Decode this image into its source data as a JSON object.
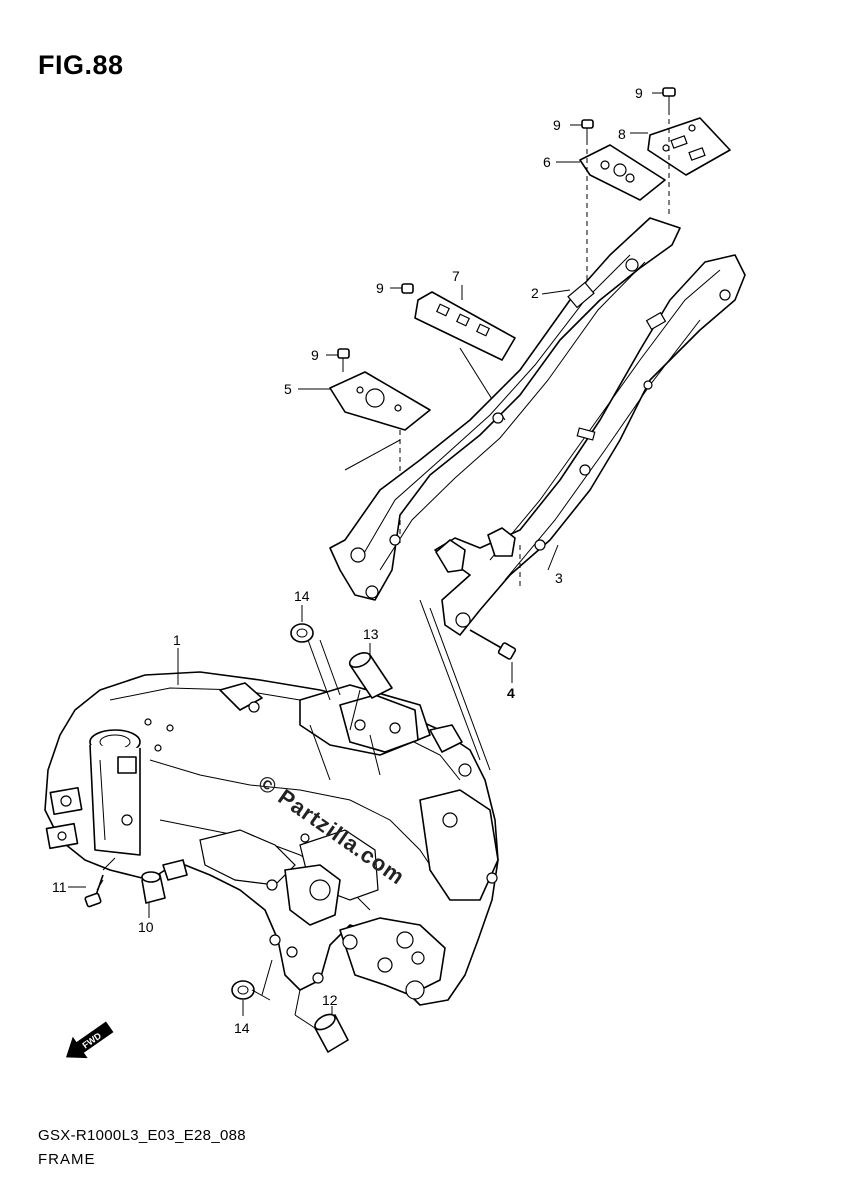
{
  "figure": {
    "title": "FIG.88",
    "code": "GSX-R1000L3_E03_E28_088",
    "name": "FRAME",
    "watermark": "© Partzilla.com"
  },
  "callouts": [
    {
      "id": "c9a",
      "label": "9"
    },
    {
      "id": "c8",
      "label": "8"
    },
    {
      "id": "c9b",
      "label": "9"
    },
    {
      "id": "c6",
      "label": "6"
    },
    {
      "id": "c9c",
      "label": "9"
    },
    {
      "id": "c7",
      "label": "7"
    },
    {
      "id": "c2",
      "label": "2"
    },
    {
      "id": "c9d",
      "label": "9"
    },
    {
      "id": "c5",
      "label": "5"
    },
    {
      "id": "c3",
      "label": "3"
    },
    {
      "id": "c14a",
      "label": "14"
    },
    {
      "id": "c13",
      "label": "13"
    },
    {
      "id": "c1",
      "label": "1"
    },
    {
      "id": "c4",
      "label": "4"
    },
    {
      "id": "c11",
      "label": "11"
    },
    {
      "id": "c10",
      "label": "10"
    },
    {
      "id": "c12",
      "label": "12"
    },
    {
      "id": "c14b",
      "label": "14"
    }
  ],
  "badge": {
    "fwd": "FWD"
  },
  "icons": {
    "fwd_arrow": "fwd-arrow-icon"
  }
}
